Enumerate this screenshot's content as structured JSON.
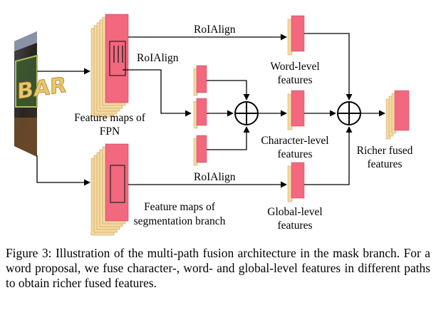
{
  "diagram": {
    "input_image": {
      "sign_text": "BAR"
    },
    "labels": {
      "fpn_line1": "Feature maps of",
      "fpn_line2": "FPN",
      "seg_line1": "Feature maps of",
      "seg_line2": "segmentation branch",
      "roialign_word": "RoIAlign",
      "roialign_char": "RoIAlign",
      "roialign_global": "RoIAlign",
      "word_line1": "Word-level",
      "word_line2": "features",
      "char_line1": "Character-level",
      "char_line2": "features",
      "global_line1": "Global-level",
      "global_line2": "features",
      "richer_line1": "Richer fused",
      "richer_line2": "features"
    },
    "colors": {
      "feature_front": "#f2687e",
      "feature_side": "#f5d9a0",
      "arrow": "#000000"
    },
    "icons": {
      "fusion": "circle-plus-icon"
    }
  },
  "caption": "Figure 3: Illustration of the multi-path fusion architecture in the mask branch. For a word proposal, we fuse character-, word- and global-level features in different paths to obtain richer fused features."
}
